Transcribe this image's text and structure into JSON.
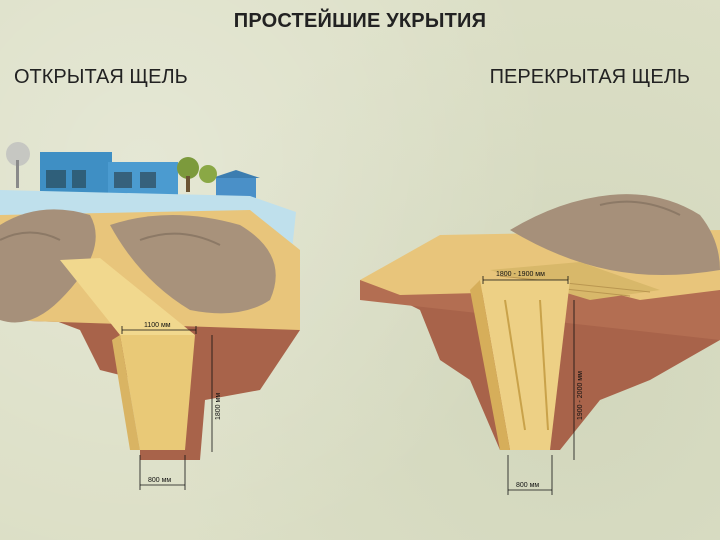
{
  "title": "ПРОСТЕЙШИЕ УКРЫТИЯ",
  "left": {
    "label": "ОТКРЫТАЯ ЩЕЛЬ",
    "dim_top": "1100 мм",
    "dim_depth": "1800 мм",
    "dim_bottom": "800 мм"
  },
  "right": {
    "label": "ПЕРЕКРЫТАЯ ЩЕЛЬ",
    "dim_top": "1800 - 1900 мм",
    "dim_depth": "1900 - 2000 мм",
    "dim_bottom": "800 мм"
  }
}
